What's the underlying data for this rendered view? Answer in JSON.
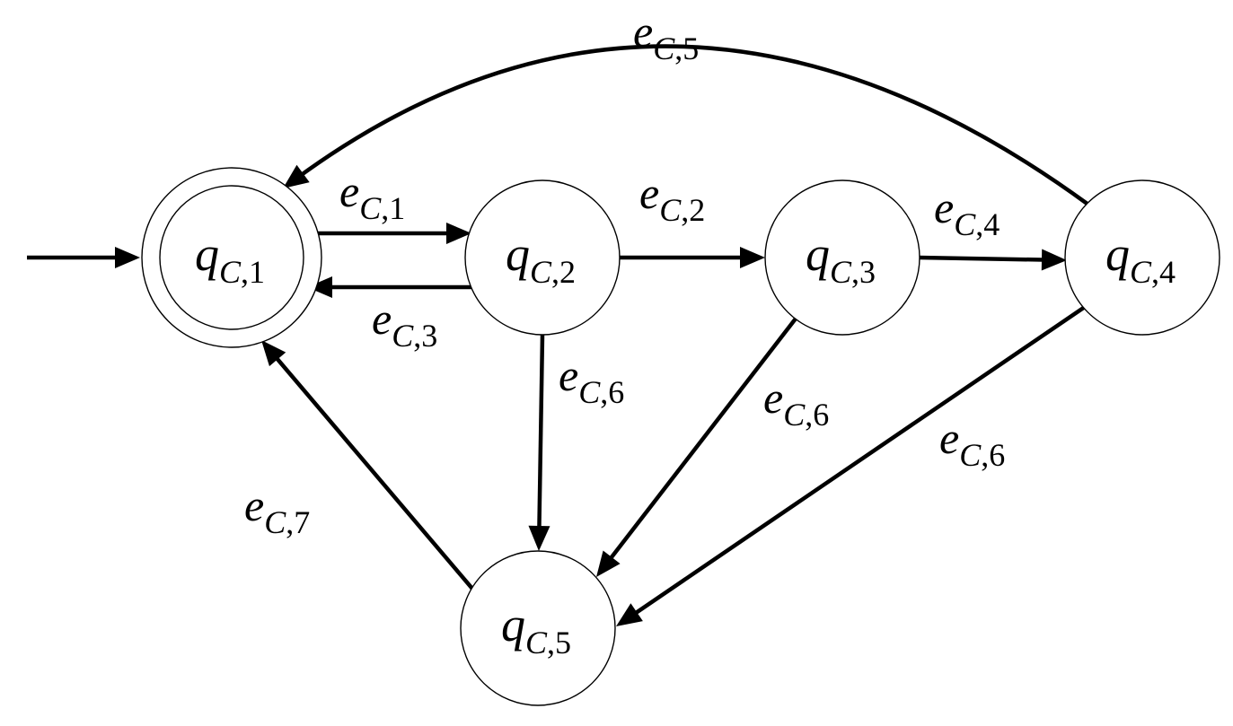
{
  "diagram": {
    "type": "state-machine",
    "initial_state": "q1",
    "accepting_states": [
      "q1"
    ],
    "states": [
      {
        "id": "q1",
        "base": "q",
        "sub_letter": "C",
        "sub_sep": ",",
        "sub_num": "1"
      },
      {
        "id": "q2",
        "base": "q",
        "sub_letter": "C",
        "sub_sep": ",",
        "sub_num": "2"
      },
      {
        "id": "q3",
        "base": "q",
        "sub_letter": "C",
        "sub_sep": ",",
        "sub_num": "3"
      },
      {
        "id": "q4",
        "base": "q",
        "sub_letter": "C",
        "sub_sep": ",",
        "sub_num": "4"
      },
      {
        "id": "q5",
        "base": "q",
        "sub_letter": "C",
        "sub_sep": ",",
        "sub_num": "5"
      }
    ],
    "transitions": [
      {
        "id": "t1",
        "from": "q1",
        "to": "q2",
        "base": "e",
        "sub_letter": "C",
        "sub_sep": ",",
        "sub_num": "1"
      },
      {
        "id": "t2",
        "from": "q2",
        "to": "q3",
        "base": "e",
        "sub_letter": "C",
        "sub_sep": ",",
        "sub_num": "2"
      },
      {
        "id": "t3",
        "from": "q2",
        "to": "q1",
        "base": "e",
        "sub_letter": "C",
        "sub_sep": ",",
        "sub_num": "3"
      },
      {
        "id": "t4",
        "from": "q3",
        "to": "q4",
        "base": "e",
        "sub_letter": "C",
        "sub_sep": ",",
        "sub_num": "4"
      },
      {
        "id": "t5",
        "from": "q4",
        "to": "q1",
        "base": "e",
        "sub_letter": "C",
        "sub_sep": ",",
        "sub_num": "5"
      },
      {
        "id": "t6a",
        "from": "q2",
        "to": "q5",
        "base": "e",
        "sub_letter": "C",
        "sub_sep": ",",
        "sub_num": "6"
      },
      {
        "id": "t6b",
        "from": "q3",
        "to": "q5",
        "base": "e",
        "sub_letter": "C",
        "sub_sep": ",",
        "sub_num": "6"
      },
      {
        "id": "t6c",
        "from": "q4",
        "to": "q5",
        "base": "e",
        "sub_letter": "C",
        "sub_sep": ",",
        "sub_num": "6"
      },
      {
        "id": "t7",
        "from": "q5",
        "to": "q1",
        "base": "e",
        "sub_letter": "C",
        "sub_sep": ",",
        "sub_num": "7"
      }
    ]
  }
}
